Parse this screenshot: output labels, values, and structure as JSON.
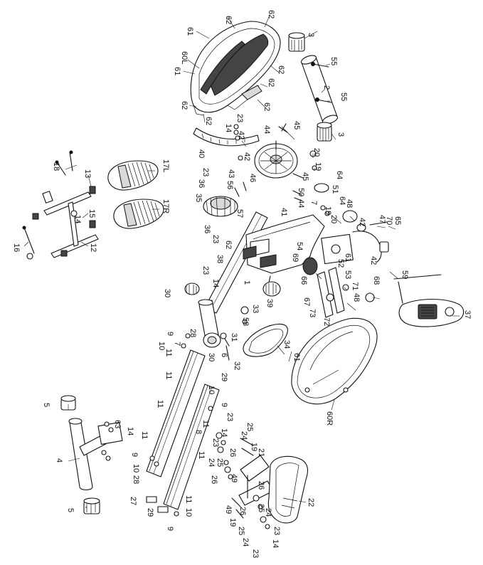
{
  "callouts": [
    {
      "id": "c1",
      "text": "62"
    },
    {
      "id": "c2",
      "text": "62"
    },
    {
      "id": "c3",
      "text": "61"
    },
    {
      "id": "c4",
      "text": "60L"
    },
    {
      "id": "c5",
      "text": "61"
    },
    {
      "id": "c6",
      "text": "62"
    },
    {
      "id": "c7",
      "text": "62"
    },
    {
      "id": "c8",
      "text": "62"
    },
    {
      "id": "c9",
      "text": "62"
    },
    {
      "id": "c10",
      "text": "62"
    },
    {
      "id": "c11",
      "text": "3"
    },
    {
      "id": "c12",
      "text": "55"
    },
    {
      "id": "c13",
      "text": "2"
    },
    {
      "id": "c14",
      "text": "55"
    },
    {
      "id": "c15",
      "text": "3"
    },
    {
      "id": "c16",
      "text": "23"
    },
    {
      "id": "c17",
      "text": "14"
    },
    {
      "id": "c18",
      "text": "42"
    },
    {
      "id": "c19",
      "text": "44"
    },
    {
      "id": "c20",
      "text": "45"
    },
    {
      "id": "c21",
      "text": "40"
    },
    {
      "id": "c22",
      "text": "42"
    },
    {
      "id": "c23",
      "text": "20"
    },
    {
      "id": "c24",
      "text": "19"
    },
    {
      "id": "c25",
      "text": "23"
    },
    {
      "id": "c26",
      "text": "36"
    },
    {
      "id": "c27",
      "text": "43"
    },
    {
      "id": "c28",
      "text": "56"
    },
    {
      "id": "c29",
      "text": "46"
    },
    {
      "id": "c30",
      "text": "45"
    },
    {
      "id": "c31",
      "text": "64"
    },
    {
      "id": "c32",
      "text": "51"
    },
    {
      "id": "c33",
      "text": "50"
    },
    {
      "id": "c34",
      "text": "44"
    },
    {
      "id": "c35",
      "text": "7"
    },
    {
      "id": "c36",
      "text": "64"
    },
    {
      "id": "c37",
      "text": "35"
    },
    {
      "id": "c38",
      "text": "57"
    },
    {
      "id": "c39",
      "text": "41"
    },
    {
      "id": "c40",
      "text": "19"
    },
    {
      "id": "c41",
      "text": "20"
    },
    {
      "id": "c42",
      "text": "48"
    },
    {
      "id": "c43",
      "text": "42"
    },
    {
      "id": "c44",
      "text": "47"
    },
    {
      "id": "c45",
      "text": "70"
    },
    {
      "id": "c46",
      "text": "65"
    },
    {
      "id": "c47",
      "text": "18"
    },
    {
      "id": "c48",
      "text": "13"
    },
    {
      "id": "c49",
      "text": "17L"
    },
    {
      "id": "c50",
      "text": "17R"
    },
    {
      "id": "c51",
      "text": "15"
    },
    {
      "id": "c52",
      "text": "14"
    },
    {
      "id": "c53",
      "text": "16"
    },
    {
      "id": "c54",
      "text": "12"
    },
    {
      "id": "c55",
      "text": "36"
    },
    {
      "id": "c56",
      "text": "23"
    },
    {
      "id": "c57",
      "text": "62"
    },
    {
      "id": "c58",
      "text": "38"
    },
    {
      "id": "c59",
      "text": "54"
    },
    {
      "id": "c60",
      "text": "69"
    },
    {
      "id": "c61",
      "text": "61"
    },
    {
      "id": "c62",
      "text": "52"
    },
    {
      "id": "c63",
      "text": "53"
    },
    {
      "id": "c64",
      "text": "42"
    },
    {
      "id": "c65",
      "text": "68"
    },
    {
      "id": "c66",
      "text": "71"
    },
    {
      "id": "c67",
      "text": "48"
    },
    {
      "id": "c68",
      "text": "59"
    },
    {
      "id": "c69",
      "text": "37"
    },
    {
      "id": "c70",
      "text": "23"
    },
    {
      "id": "c71",
      "text": "14"
    },
    {
      "id": "c72",
      "text": "1"
    },
    {
      "id": "c73",
      "text": "66"
    },
    {
      "id": "c74",
      "text": "39"
    },
    {
      "id": "c75",
      "text": "30"
    },
    {
      "id": "c76",
      "text": "67"
    },
    {
      "id": "c77",
      "text": "73"
    },
    {
      "id": "c78",
      "text": "72"
    },
    {
      "id": "c79",
      "text": "33"
    },
    {
      "id": "c80",
      "text": "58"
    },
    {
      "id": "c81",
      "text": "28"
    },
    {
      "id": "c82",
      "text": "9"
    },
    {
      "id": "c83",
      "text": "10"
    },
    {
      "id": "c84",
      "text": "11"
    },
    {
      "id": "c85",
      "text": "7"
    },
    {
      "id": "c86",
      "text": "30"
    },
    {
      "id": "c87",
      "text": "6"
    },
    {
      "id": "c88",
      "text": "31"
    },
    {
      "id": "c89",
      "text": "32"
    },
    {
      "id": "c90",
      "text": "34"
    },
    {
      "id": "c91",
      "text": "61"
    },
    {
      "id": "c92",
      "text": "11"
    },
    {
      "id": "c93",
      "text": "29"
    },
    {
      "id": "c94",
      "text": "10"
    },
    {
      "id": "c95",
      "text": "11"
    },
    {
      "id": "c96",
      "text": "9"
    },
    {
      "id": "c97",
      "text": "60R"
    },
    {
      "id": "c98",
      "text": "5"
    },
    {
      "id": "c99",
      "text": "23"
    },
    {
      "id": "c100",
      "text": "25"
    },
    {
      "id": "c101",
      "text": "63"
    },
    {
      "id": "c102",
      "text": "14"
    },
    {
      "id": "c103",
      "text": "11"
    },
    {
      "id": "c104",
      "text": "8"
    },
    {
      "id": "c105",
      "text": "14"
    },
    {
      "id": "c106",
      "text": "24"
    },
    {
      "id": "c107",
      "text": "23"
    },
    {
      "id": "c108",
      "text": "19"
    },
    {
      "id": "c109",
      "text": "4"
    },
    {
      "id": "c110",
      "text": "11"
    },
    {
      "id": "c111",
      "text": "9"
    },
    {
      "id": "c112",
      "text": "11"
    },
    {
      "id": "c113",
      "text": "26"
    },
    {
      "id": "c114",
      "text": "21"
    },
    {
      "id": "c115",
      "text": "10"
    },
    {
      "id": "c116",
      "text": "28"
    },
    {
      "id": "c117",
      "text": "24"
    },
    {
      "id": "c118",
      "text": "25"
    },
    {
      "id": "c119",
      "text": "26"
    },
    {
      "id": "c120",
      "text": "49"
    },
    {
      "id": "c121",
      "text": "27"
    },
    {
      "id": "c122",
      "text": "11"
    },
    {
      "id": "c123",
      "text": "26"
    },
    {
      "id": "c124",
      "text": "22"
    },
    {
      "id": "c125",
      "text": "29"
    },
    {
      "id": "c126",
      "text": "10"
    },
    {
      "id": "c127",
      "text": "49"
    },
    {
      "id": "c128",
      "text": "26"
    },
    {
      "id": "c129",
      "text": "25"
    },
    {
      "id": "c130",
      "text": "24"
    },
    {
      "id": "c131",
      "text": "19"
    },
    {
      "id": "c132",
      "text": "9"
    },
    {
      "id": "c133",
      "text": "25"
    },
    {
      "id": "c134",
      "text": "23"
    },
    {
      "id": "c135",
      "text": "24"
    },
    {
      "id": "c136",
      "text": "14"
    },
    {
      "id": "c137",
      "text": "5"
    },
    {
      "id": "c138",
      "text": "23"
    }
  ]
}
